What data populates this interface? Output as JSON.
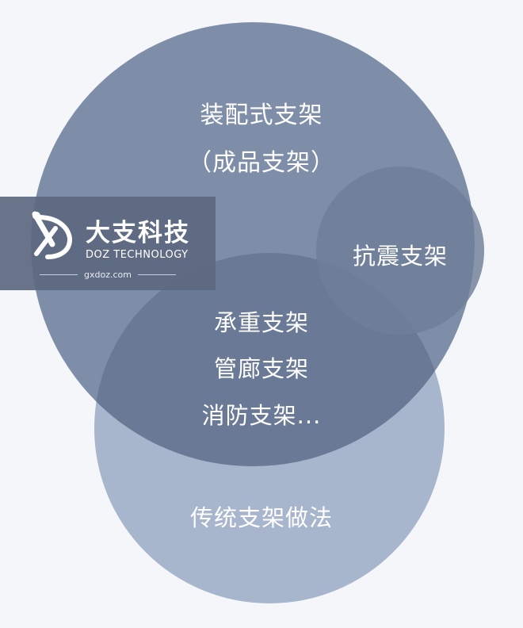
{
  "diagram": {
    "circles": {
      "prefab": {
        "title": "装配式支架",
        "subtitle": "（成品支架）"
      },
      "seismic": {
        "label": "抗震支架"
      },
      "traditional": {
        "label": "传统支架做法"
      }
    },
    "overlap_items": [
      "承重支架",
      "管廊支架",
      "消防支架..."
    ]
  },
  "logo": {
    "name": "大支科技",
    "english": "DOZ TECHNOLOGY",
    "url": "gxdoz.com"
  },
  "colors": {
    "background": "#f4f6fa",
    "prefab_circle": "#7f8ea8",
    "traditional_circle": "#a7b5cd",
    "overlap": "#6a7a96",
    "seismic_circle": "#6f7e99",
    "logo_panel": "#5c6880",
    "text": "#ffffff"
  }
}
